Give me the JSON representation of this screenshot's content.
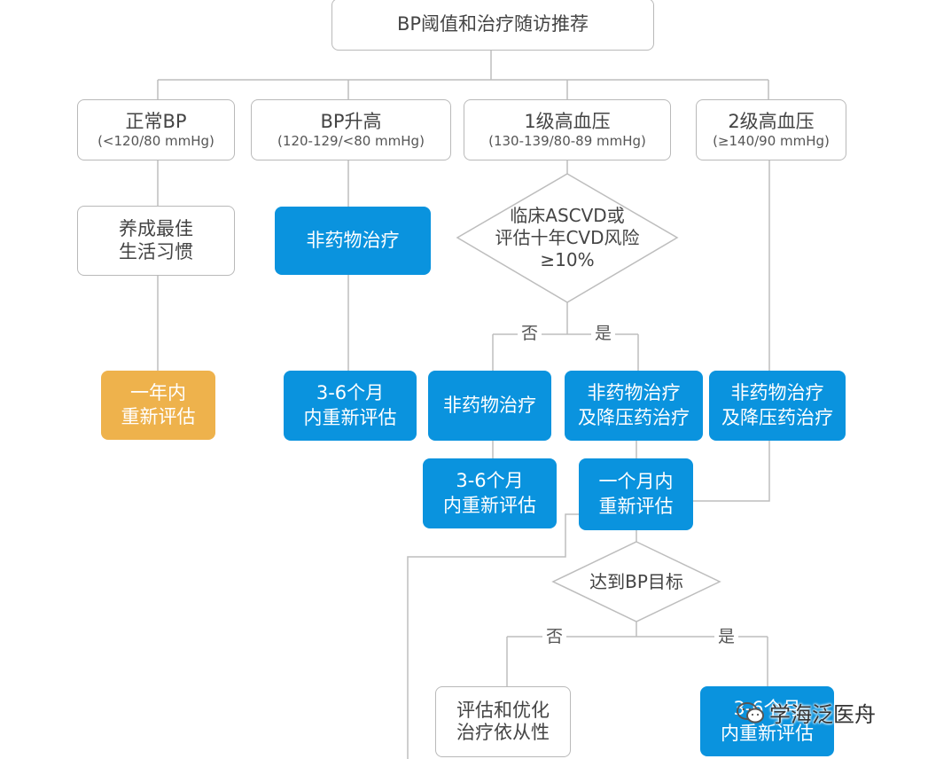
{
  "title": "BP阈值和治疗随访推荐",
  "categories": [
    {
      "name": "正常BP",
      "range": "(<120/80 mmHg)"
    },
    {
      "name": "BP升高",
      "range": "(120-129/<80 mmHg)"
    },
    {
      "name": "1级高血压",
      "range": "(130-139/80-89 mmHg)"
    },
    {
      "name": "2级高血压",
      "range": "(≥140/90 mmHg)"
    }
  ],
  "normal": {
    "lifestyle": [
      "养成最佳",
      "生活习惯"
    ],
    "followup": [
      "一年内",
      "重新评估"
    ]
  },
  "elevated": {
    "therapy": "非药物治疗",
    "followup": [
      "3-6个月",
      "内重新评估"
    ]
  },
  "stage1": {
    "decision": [
      "临床ASCVD或",
      "评估十年CVD风险",
      "≥10%"
    ],
    "no_label": "否",
    "yes_label": "是",
    "no_therapy": "非药物治疗",
    "no_followup": [
      "3-6个月",
      "内重新评估"
    ],
    "yes_therapy": [
      "非药物治疗",
      "及降压药治疗"
    ],
    "yes_followup": [
      "一个月内",
      "重新评估"
    ]
  },
  "stage2": {
    "therapy": [
      "非药物治疗",
      "及降压药治疗"
    ]
  },
  "goal": {
    "decision": "达到BP目标",
    "no_label": "否",
    "yes_label": "是",
    "no_action": [
      "评估和优化",
      "治疗依从性"
    ],
    "yes_action": [
      "3-6个月",
      "内重新评估"
    ]
  },
  "watermark": "学海泛医舟",
  "colors": {
    "blue": "#0a93de",
    "gold": "#eeb24c",
    "line": "#b9b9b9"
  }
}
